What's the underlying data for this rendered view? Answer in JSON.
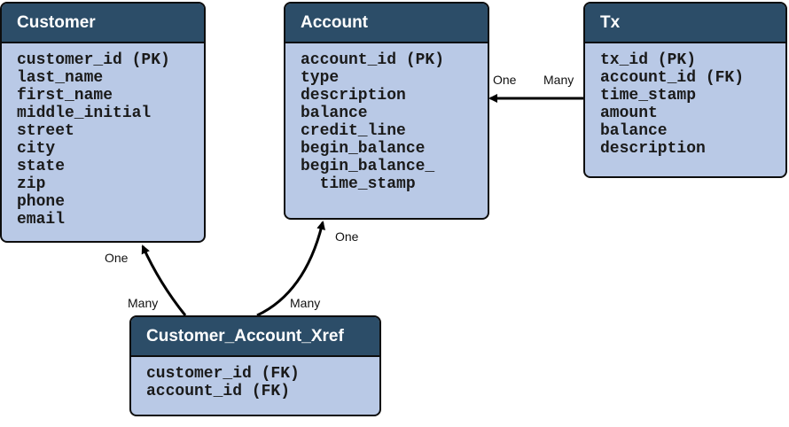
{
  "entities": {
    "customer": {
      "title": "Customer",
      "fields": [
        "customer_id (PK)",
        "last_name",
        "first_name",
        "middle_initial",
        "street",
        "city",
        "state",
        "zip",
        "phone",
        "email"
      ]
    },
    "account": {
      "title": "Account",
      "fields": [
        "account_id (PK)",
        "type",
        "description",
        "balance",
        "credit_line",
        "begin_balance",
        "begin_balance_",
        "  time_stamp"
      ]
    },
    "tx": {
      "title": "Tx",
      "fields": [
        "tx_id (PK)",
        "account_id (FK)",
        "time_stamp",
        "amount",
        "balance",
        "description"
      ]
    },
    "xref": {
      "title": "Customer_Account_Xref",
      "fields": [
        "customer_id (FK)",
        "account_id (FK)"
      ]
    }
  },
  "relationships": {
    "tx_account": {
      "one": "One",
      "many": "Many"
    },
    "xref_customer": {
      "one": "One",
      "many": "Many"
    },
    "xref_account": {
      "one": "One",
      "many": "Many"
    }
  },
  "colors": {
    "header": "#2c4d68",
    "body": "#b9c9e6",
    "border": "#0d0d0d",
    "connector": "#000000"
  }
}
